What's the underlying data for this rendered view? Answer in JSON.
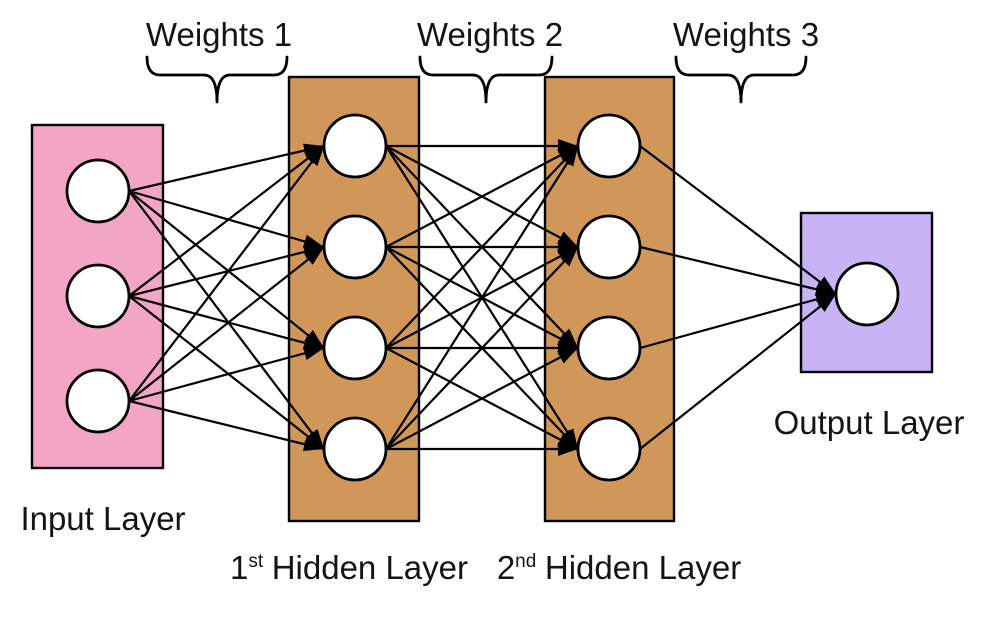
{
  "diagram": {
    "type": "feedforward-neural-network",
    "weights_labels": [
      "Weights 1",
      "Weights 2",
      "Weights 3"
    ],
    "layers": [
      {
        "id": "input",
        "label": "Input Layer",
        "fill": "#f3a5c6",
        "neurons": 3
      },
      {
        "id": "hidden1",
        "label_num": "1",
        "label_sup": "st",
        "label_text": "Hidden Layer",
        "fill": "#d19759",
        "neurons": 4
      },
      {
        "id": "hidden2",
        "label_num": "2",
        "label_sup": "nd",
        "label_text": "Hidden Layer",
        "fill": "#d19759",
        "neurons": 4
      },
      {
        "id": "output",
        "label": "Output Layer",
        "fill": "#c8b3f4",
        "neurons": 1
      }
    ],
    "connections": [
      {
        "from": "input",
        "to": "hidden1",
        "weights_label": "Weights 1",
        "fully_connected": true
      },
      {
        "from": "hidden1",
        "to": "hidden2",
        "weights_label": "Weights 2",
        "fully_connected": true
      },
      {
        "from": "hidden2",
        "to": "output",
        "weights_label": "Weights 3",
        "fully_connected": true
      }
    ],
    "colors": {
      "background": "#ffffff",
      "stroke": "#000000",
      "neuron_fill": "#ffffff",
      "input_fill": "#f3a5c6",
      "hidden_fill": "#d19759",
      "output_fill": "#c8b3f4"
    }
  }
}
